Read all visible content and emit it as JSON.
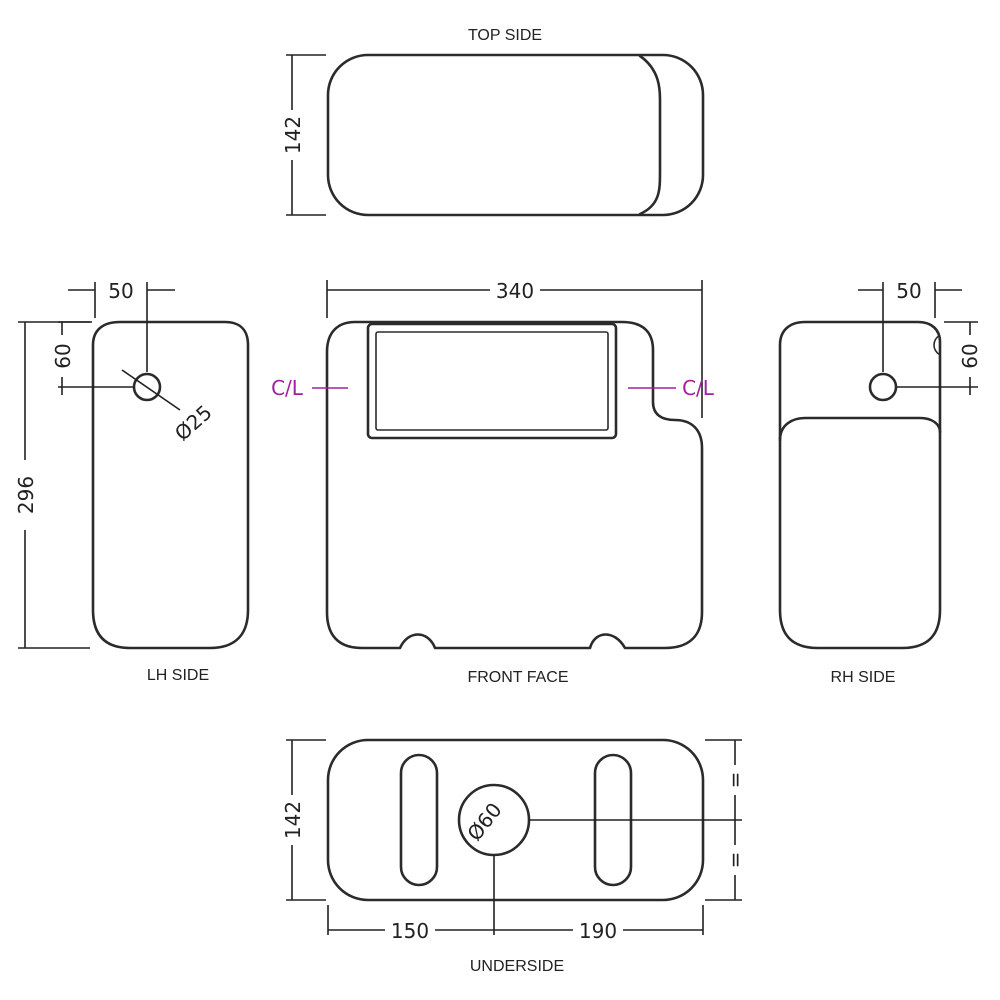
{
  "views": {
    "top": "TOP SIDE",
    "lh": "LH SIDE",
    "front": "FRONT FACE",
    "rh": "RH SIDE",
    "under": "UNDERSIDE"
  },
  "dims": {
    "top_depth": "142",
    "lh_inlet_offset": "50",
    "lh_inlet_drop": "60",
    "lh_inlet_dia": "Ø25",
    "height": "296",
    "width": "340",
    "rh_inlet_offset": "50",
    "rh_inlet_drop": "60",
    "under_depth": "142",
    "outlet_dia": "Ø60",
    "outlet_left": "150",
    "outlet_right": "190",
    "equal_top": "=",
    "equal_bottom": "="
  },
  "centerline": {
    "left": "C/L",
    "right": "C/L"
  },
  "colors": {
    "line": "#2b2b2b",
    "centerline": "#a020a0"
  }
}
